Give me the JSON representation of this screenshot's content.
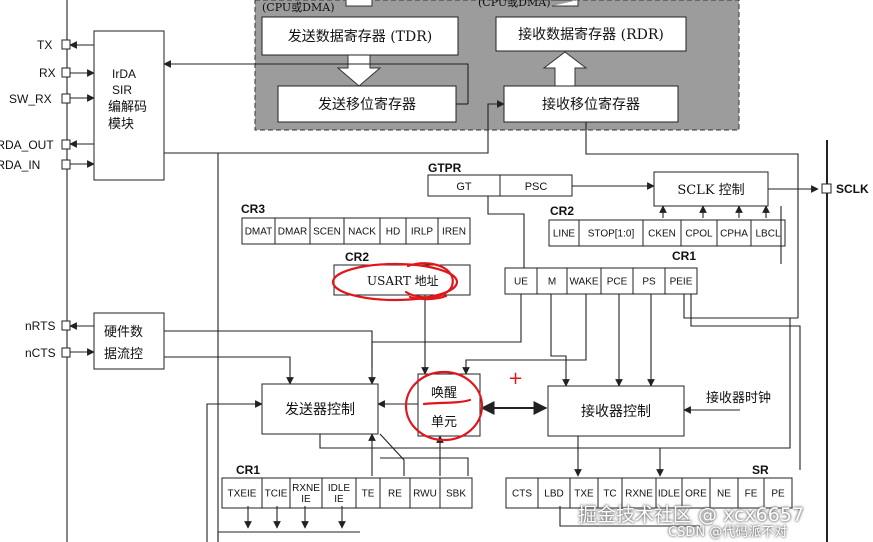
{
  "cpu_dma_left": "(CPU或DMA)",
  "cpu_dma_right": "(CPU或DMA)",
  "tdr": "发送数据寄存器 (TDR)",
  "rdr": "接收数据寄存器 (RDR)",
  "tx_shift": "发送移位寄存器",
  "rx_shift": "接收移位寄存器",
  "irda_lines": [
    "IrDA",
    "SIR",
    "编解码",
    "模块"
  ],
  "pins": {
    "tx": "TX",
    "rx": "RX",
    "sw_rx": "SW_RX",
    "irda_out": "IRDA_OUT",
    "irda_in": "IRDA_IN",
    "nrts": "nRTS",
    "ncts": "nCTS",
    "sclk": "SCLK"
  },
  "gtpr": {
    "title": "GTPR",
    "cells": [
      "GT",
      "PSC"
    ]
  },
  "sclk_ctrl": "SCLK 控制",
  "cr3": {
    "title": "CR3",
    "cells": [
      "DMAT",
      "DMAR",
      "SCEN",
      "NACK",
      "HD",
      "IRLP",
      "IREN"
    ]
  },
  "cr2_top": {
    "title": "CR2",
    "cells": [
      "LINE",
      "STOP[1:0]",
      "CKEN",
      "CPOL",
      "CPHA",
      "LBCL"
    ]
  },
  "cr2_addr": {
    "title": "CR2",
    "cells": [
      "USART 地址"
    ]
  },
  "cr1_top": {
    "title": "CR1",
    "cells": [
      "UE",
      "M",
      "WAKE",
      "PCE",
      "PS",
      "PEIE"
    ]
  },
  "hwflow_lines": [
    "硬件数",
    "据流控"
  ],
  "tx_ctrl": "发送器控制",
  "wake_lines": [
    "唤醒",
    "单元"
  ],
  "rx_ctrl": "接收器控制",
  "rx_clock": "接收器时钟",
  "cr1_bottom": {
    "title": "CR1",
    "cells": [
      "TXEIE",
      "TCIE",
      "RXNE IE",
      "IDLE IE",
      "TE",
      "RE",
      "RWU",
      "SBK"
    ]
  },
  "sr": {
    "title": "SR",
    "cells": [
      "CTS",
      "LBD",
      "TXE",
      "TC",
      "RXNE",
      "IDLE",
      "ORE",
      "NE",
      "FE",
      "PE"
    ]
  },
  "plus_mark": "+",
  "watermark_main": "掘金技术社区 @ xcx6657",
  "watermark_sub": "CSDN @代码派不对"
}
